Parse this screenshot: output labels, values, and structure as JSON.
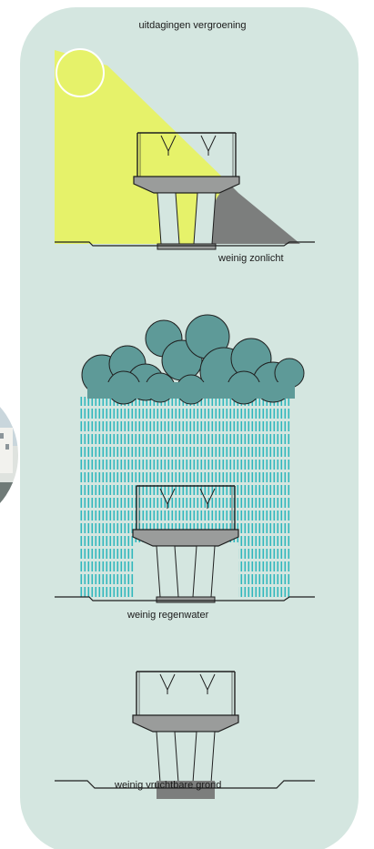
{
  "title": "uitdagingen vergroening",
  "panels": [
    {
      "caption": "weinig zonlicht"
    },
    {
      "caption": "weinig regenwater"
    },
    {
      "caption": "weinig vruchtbare grond"
    }
  ],
  "colors": {
    "panel_bg": "#d4e6e0",
    "sunlight": "#e6f26a",
    "shadow": "#7c7e7d",
    "bridge_grey": "#9a9c9b",
    "tree_canopy": "#5e9a98",
    "rain_stripes": "#2fb7bd",
    "outline": "#1f1f1f"
  },
  "icons": [
    "sun-icon",
    "tree-canopy-icon",
    "photo-fragment"
  ]
}
